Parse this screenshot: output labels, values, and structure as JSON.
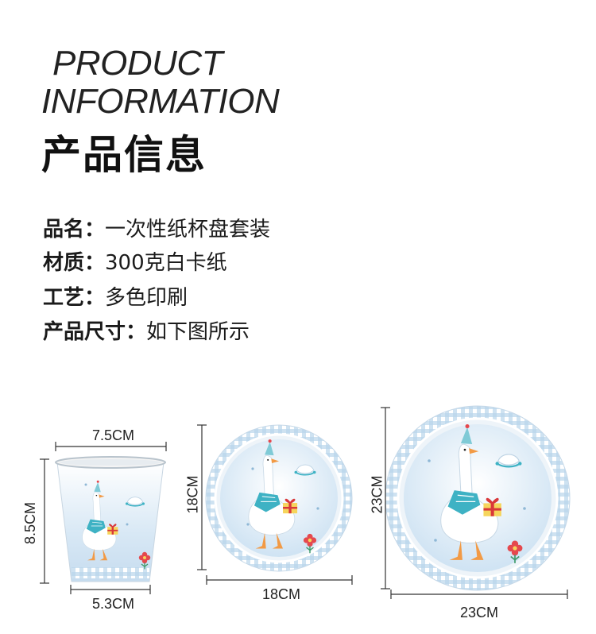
{
  "header": {
    "en_line1": "PRODUCT",
    "en_line2": "INFORMATION",
    "cn_title": "产品信息"
  },
  "specs": [
    {
      "key": "品名：",
      "value": "一次性纸杯盘套装"
    },
    {
      "key": "材质：",
      "value": "300克白卡纸"
    },
    {
      "key": "工艺：",
      "value": "多色印刷"
    },
    {
      "key": "产品尺寸：",
      "value": "如下图所示"
    }
  ],
  "dimensions": {
    "cup_top": "7.5CM",
    "cup_height": "8.5CM",
    "cup_bottom": "5.3CM",
    "plate_small_h": "18CM",
    "plate_small_w": "18CM",
    "plate_large_h": "23CM",
    "plate_large_w": "23CM"
  },
  "colors": {
    "check_blue": "#a9cbe6",
    "pale_blue": "#dcebf6",
    "goose_orange": "#f29a45",
    "scarf_teal": "#3eb2c4",
    "gift_red": "#d9383a",
    "gift_yellow": "#f6d55c"
  }
}
